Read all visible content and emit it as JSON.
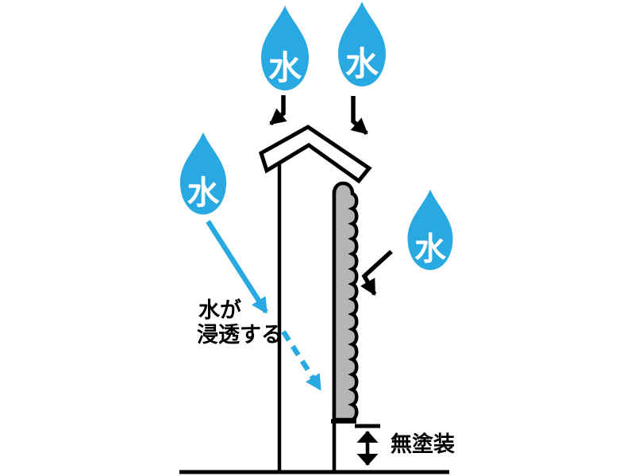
{
  "diagram": {
    "droplets": [
      {
        "id": "top-left",
        "label": "水"
      },
      {
        "id": "top-right",
        "label": "水"
      },
      {
        "id": "side-left",
        "label": "水"
      },
      {
        "id": "side-right",
        "label": "水"
      }
    ],
    "penetration_label": {
      "line1": "水が",
      "line2": "浸透する"
    },
    "unpainted_label": "無塗装",
    "colors": {
      "water_blue": "#29A9E1",
      "coating_gray": "#B5B5B5",
      "ink": "#000000",
      "background": "#FFFFFF",
      "cap_fill": "#FFFFFF"
    }
  }
}
